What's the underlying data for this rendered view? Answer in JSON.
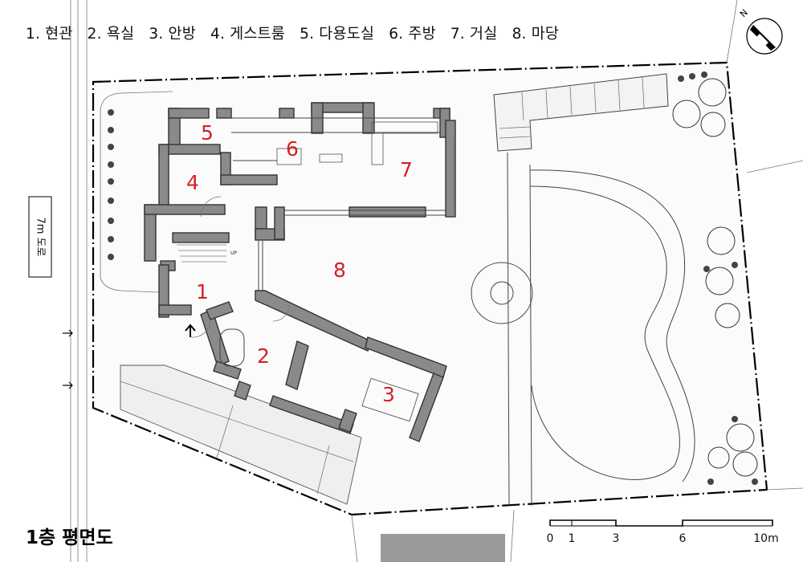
{
  "legend": {
    "items": [
      "1. 현관",
      "2. 욕실",
      "3. 안방",
      "4. 게스트룸",
      "5. 다용도실",
      "6. 주방",
      "7. 거실",
      "8. 마당"
    ]
  },
  "rooms": [
    {
      "num": "1",
      "name": "현관"
    },
    {
      "num": "2",
      "name": "욕실"
    },
    {
      "num": "3",
      "name": "안방"
    },
    {
      "num": "4",
      "name": "게스트룸"
    },
    {
      "num": "5",
      "name": "다용도실"
    },
    {
      "num": "6",
      "name": "주방"
    },
    {
      "num": "7",
      "name": "거실"
    },
    {
      "num": "8",
      "name": "마당"
    }
  ],
  "road_label": "7m 도로",
  "stair_label": "UP",
  "north_label": "N",
  "scale_bar": {
    "ticks": [
      "0",
      "1",
      "3",
      "6",
      "10m"
    ]
  },
  "title": "1층 평면도",
  "colors": {
    "room_number": "#d42027",
    "wall": "#8a8a8a",
    "line": "#333333"
  },
  "icons": [
    "north-arrow-icon",
    "entry-arrow-icon"
  ]
}
